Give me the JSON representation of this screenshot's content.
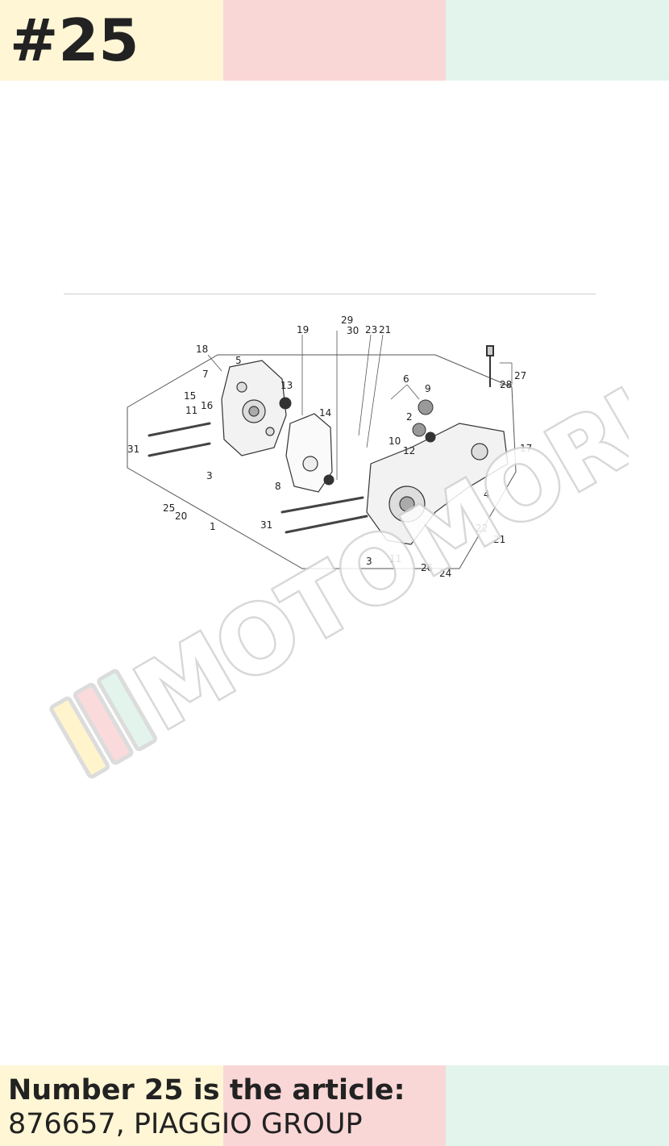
{
  "header": {
    "item_number": "#25"
  },
  "diagram": {
    "callouts": [
      "18",
      "5",
      "7",
      "15",
      "16",
      "11",
      "31",
      "3",
      "13",
      "19",
      "29",
      "30",
      "23",
      "21",
      "14",
      "25",
      "20",
      "1",
      "8",
      "31",
      "6",
      "9",
      "2",
      "10",
      "12",
      "27",
      "28",
      "17",
      "4",
      "22",
      "21",
      "11",
      "26",
      "24",
      "3"
    ],
    "watermark": "MOTOMORIA"
  },
  "caption": {
    "title": "Number 25 is the article:",
    "detail": "876657, PIAGGIO GROUP"
  },
  "colors": {
    "band_yellow": "#fff6d5",
    "band_pink": "#fad7d7",
    "band_mint": "#e2f4ec",
    "text": "#222222"
  }
}
